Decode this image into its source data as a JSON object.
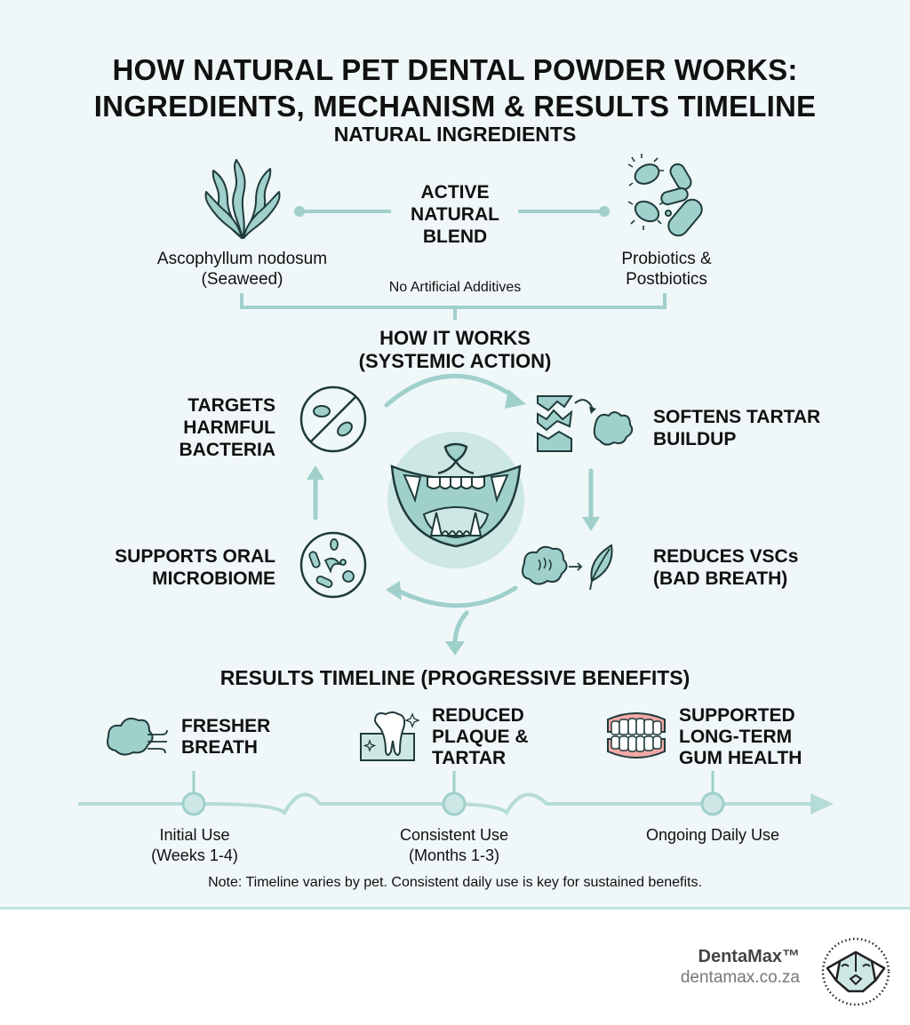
{
  "title": {
    "line1": "HOW NATURAL PET DENTAL POWDER WORKS:",
    "line2": "INGREDIENTS, MECHANISM & RESULTS TIMELINE"
  },
  "ingredients": {
    "heading": "NATURAL INGREDIENTS",
    "left": {
      "line1": "Ascophyllum nodosum",
      "line2": "(Seaweed)",
      "icon": "seaweed-icon"
    },
    "center": {
      "line1": "ACTIVE",
      "line2": "NATURAL",
      "line3": "BLEND"
    },
    "right": {
      "line1": "Probiotics &",
      "line2": "Postbiotics",
      "icon": "probiotics-icon"
    },
    "note": "No Artificial Additives"
  },
  "mechanism": {
    "heading_line1": "HOW IT WORKS",
    "heading_line2": "(SYSTEMIC ACTION)",
    "steps": [
      {
        "line1": "TARGETS",
        "line2": "HARMFUL",
        "line3": "BACTERIA",
        "icon": "no-bacteria-icon"
      },
      {
        "line1": "SOFTENS TARTAR",
        "line2": "BUILDUP",
        "icon": "tartar-breaking-icon"
      },
      {
        "line1": "REDUCES VSCs",
        "line2": "(BAD BREATH)",
        "icon": "breath-to-leaf-icon"
      },
      {
        "line1": "SUPPORTS ORAL",
        "line2": "MICROBIOME",
        "icon": "microbiome-icon"
      }
    ],
    "center_icon": "dog-mouth-icon"
  },
  "timeline": {
    "heading": "RESULTS TIMELINE (PROGRESSIVE BENEFITS)",
    "milestones": [
      {
        "benefit_line1": "FRESHER",
        "benefit_line2": "BREATH",
        "benefit_line3": "",
        "period_line1": "Initial Use",
        "period_line2": "(Weeks 1-4)",
        "icon": "fresh-breath-cloud-icon"
      },
      {
        "benefit_line1": "REDUCED",
        "benefit_line2": "PLAQUE &",
        "benefit_line3": "TARTAR",
        "period_line1": "Consistent Use",
        "period_line2": "(Months 1-3)",
        "icon": "clean-tooth-icon"
      },
      {
        "benefit_line1": "SUPPORTED",
        "benefit_line2": "LONG-TERM",
        "benefit_line3": "GUM HEALTH",
        "period_line1": "Ongoing Daily Use",
        "period_line2": "",
        "icon": "healthy-gums-icon"
      }
    ],
    "note": "Note: Timeline varies by pet. Consistent daily use is key for sustained benefits."
  },
  "footer": {
    "brand": "DentaMax™",
    "url": "dentamax.co.za",
    "logo": "dog-face-logo-icon"
  },
  "colors": {
    "background": "#eff7f8",
    "accent": "#9fd0cb",
    "accent_dark": "#7fbfb8",
    "ink": "#1f3a3a",
    "gum_pink": "#f2a9a6"
  }
}
